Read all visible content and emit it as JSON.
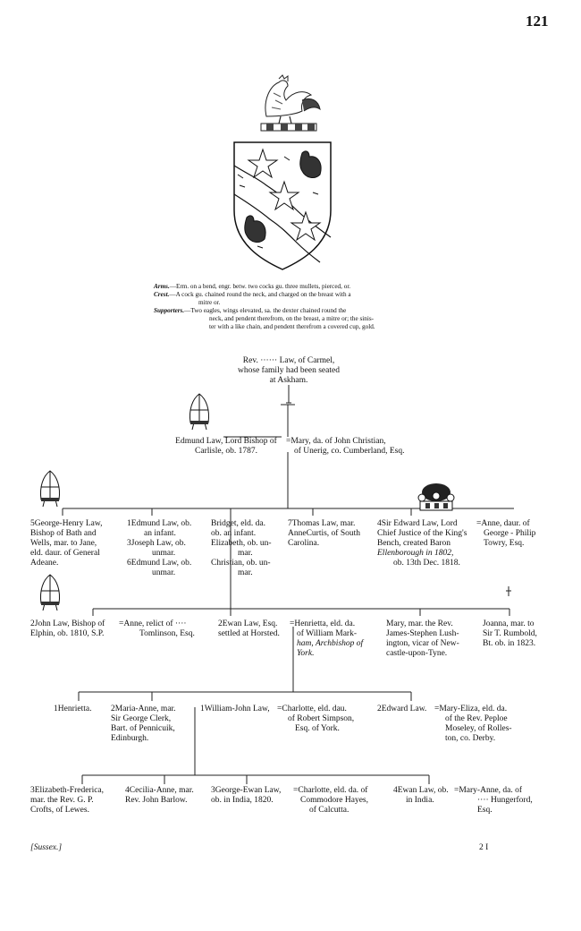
{
  "page_number": "121",
  "footer": {
    "left": "[Sussex.]",
    "right": "2 I"
  },
  "heraldry": {
    "arms_label": "Arms.",
    "arms_text": "—Erm. on a bend, engr. betw. two cocks gu. three mullets, pierced, or.",
    "crest_label": "Crest.",
    "crest_text1": "—A cock gu. chained round the neck, and charged on the breast with a",
    "crest_text2": "mitre or.",
    "supporters_label": "Supporters.",
    "supporters_text1": "—Two eagles, wings elevated, sa. the dexter chained round the",
    "supporters_text2": "neck, and pendent therefrom, on the breast, a mitre or; the sinis-",
    "supporters_text3": "ter with a like chain, and pendent therefrom a covered cup, gold."
  },
  "gen1": {
    "rev_law": [
      "Rev. ······ Law, of Carmel,",
      "whose family had been seated",
      "at Askham."
    ]
  },
  "gen2": {
    "edmund": [
      "Edmund Law, Lord Bishop of",
      "Carlisle, ob. 1787."
    ],
    "mary": [
      "Mary, da. of John Christian,",
      "of Unerig, co. Cumberland, Esq."
    ]
  },
  "gen3": {
    "george_henry": [
      "5George-Henry Law,",
      "Bishop of Bath and",
      "Wells, mar. to Jane,",
      "eld. daur. of General",
      "Adeane."
    ],
    "edmund_jr": [
      "1Edmund Law, ob.",
      "an infant.",
      "3Joseph Law, ob.",
      "unmar.",
      "6Edmund Law, ob.",
      "unmar."
    ],
    "bridget": [
      "Bridget, eld. da.",
      "ob. an infant.",
      "Elizabeth, ob. un-",
      "mar.",
      "Christian, ob. un-",
      "mar."
    ],
    "thomas": [
      "7Thomas Law, mar.",
      "AnneCurtis, of South",
      "Carolina."
    ],
    "sir_edward": [
      "4Sir Edward Law, Lord",
      "Chief Justice of the King's",
      "Bench, created Baron",
      "Ellenborough in 1802,",
      "ob. 13th Dec. 1818."
    ],
    "anne": [
      "Anne, daur. of",
      "George - Philip",
      "Towry, Esq."
    ]
  },
  "gen4": {
    "john_law": [
      "2John Law, Bishop of",
      "Elphin, ob. 1810, S.P."
    ],
    "anne_tomlinson": [
      "Anne, relict of ····",
      "Tomlinson, Esq."
    ],
    "ewan_law": [
      "2Ewan Law, Esq.",
      "settled at Horsted."
    ],
    "henrietta": [
      "Henrietta, eld. da.",
      "of William Mark-",
      "ham, Archbishop of",
      "York."
    ],
    "mary_lushington": [
      "Mary, mar. the Rev.",
      "James-Stephen Lush-",
      "ington, vicar of New-",
      "castle-upon-Tyne."
    ],
    "joanna": [
      "Joanna, mar. to",
      "Sir T. Rumbold,",
      "Bt. ob. in 1823."
    ]
  },
  "gen5": {
    "henrietta": [
      "1Henrietta."
    ],
    "maria_anne": [
      "2Maria-Anne, mar.",
      "Sir George Clerk,",
      "Bart. of Pennicuik,",
      "Edinburgh."
    ],
    "william_john": [
      "1William-John Law,"
    ],
    "charlotte_simpson": [
      "Charlotte, eld. dau.",
      "of Robert Simpson,",
      "Esq. of York."
    ],
    "edward_law": [
      "2Edward Law."
    ],
    "mary_eliza": [
      "Mary-Eliza, eld. da.",
      "of the Rev. Peploe",
      "Moseley, of Rolles-",
      "ton, co. Derby."
    ]
  },
  "gen6": {
    "elizabeth_frederica": [
      "3Elizabeth-Frederica,",
      "mar. the Rev. G. P.",
      "Crofts, of Lewes."
    ],
    "cecilia_anne": [
      "4Cecilia-Anne, mar.",
      "Rev. John Barlow."
    ],
    "george_ewan": [
      "3George-Ewan Law,",
      "ob. in India, 1820."
    ],
    "charlotte_hayes": [
      "Charlotte, eld. da. of",
      "Commodore Hayes,",
      "of Calcutta."
    ],
    "ewan_law": [
      "4Ewan Law, ob.",
      "in India."
    ],
    "mary_anne": [
      "Mary-Anne, da. of",
      "···· Hungerford,",
      "Esq."
    ]
  }
}
